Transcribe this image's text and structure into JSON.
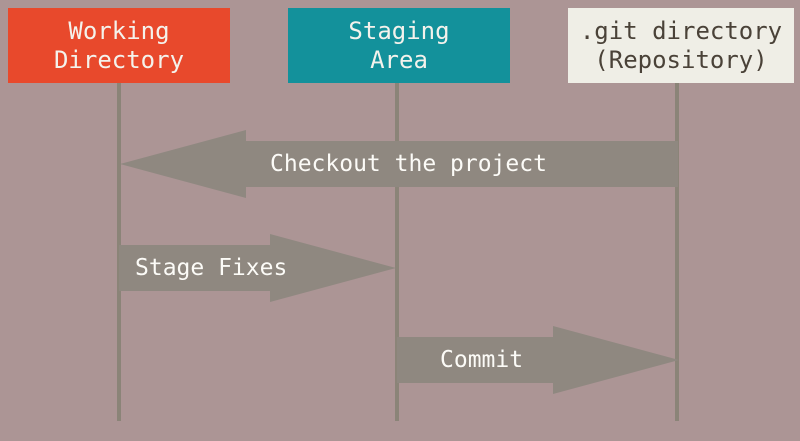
{
  "boxes": {
    "working_directory": {
      "line1": "Working",
      "line2": "Directory"
    },
    "staging_area": {
      "line1": "Staging",
      "line2": "Area"
    },
    "git_directory": {
      "line1": ".git directory",
      "line2": "(Repository)"
    }
  },
  "arrows": {
    "checkout": {
      "label": "Checkout the project",
      "direction": "left",
      "from": "git_directory",
      "to": "working_directory"
    },
    "stage_fixes": {
      "label": "Stage Fixes",
      "direction": "right",
      "from": "working_directory",
      "to": "staging_area"
    },
    "commit": {
      "label": "Commit",
      "direction": "right",
      "from": "staging_area",
      "to": "git_directory"
    }
  },
  "colors": {
    "background": "#ac9595",
    "working_directory_box": "#e8492c",
    "staging_area_box": "#13919b",
    "git_directory_box": "#efeee6",
    "git_directory_text": "#4a4238",
    "light_box_text": "#f4f2ec",
    "arrow_fill": "#8f8880",
    "arrow_text": "#fcfbf7",
    "lifeline": "#8b8478"
  }
}
